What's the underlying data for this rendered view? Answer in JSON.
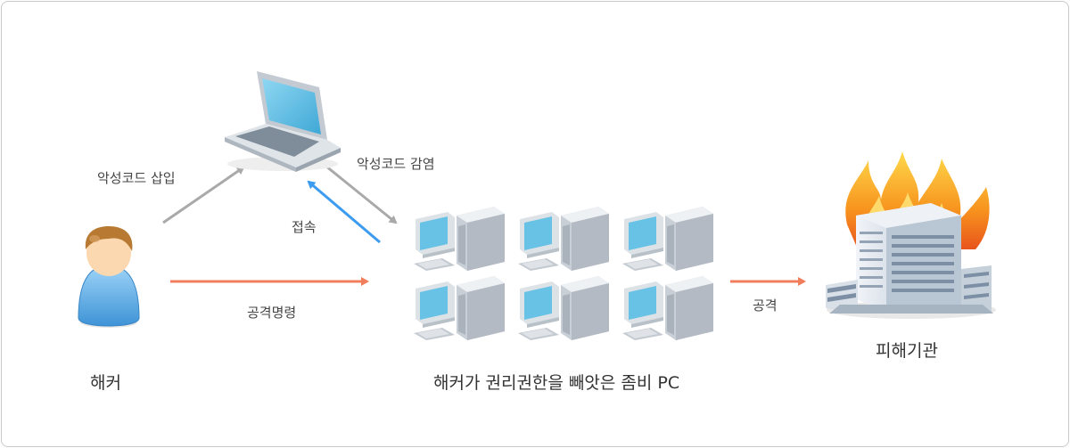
{
  "labels": {
    "insert": "악성코드 삽입",
    "infect": "악성코드 감염",
    "connect": "접속",
    "command": "공격명령",
    "attack": "공격",
    "hacker": "해커",
    "zombie": "해커가 권리권한을 빼앗은 좀비 PC",
    "victim": "피해기관"
  },
  "colors": {
    "gray_arrow": "#a9a9a9",
    "blue_arrow": "#3d9cf0",
    "red_arrow": "#f07d5c",
    "person_body": "#5fb0ea",
    "pc_body": "#d3d8dd",
    "pc_screen": "#67c2e6",
    "building": "#d0d8e2",
    "fire": "#f7a21c"
  },
  "icons": [
    "hacker-person-icon",
    "laptop-icon",
    "zombie-pc-icon",
    "burning-building-icon"
  ]
}
